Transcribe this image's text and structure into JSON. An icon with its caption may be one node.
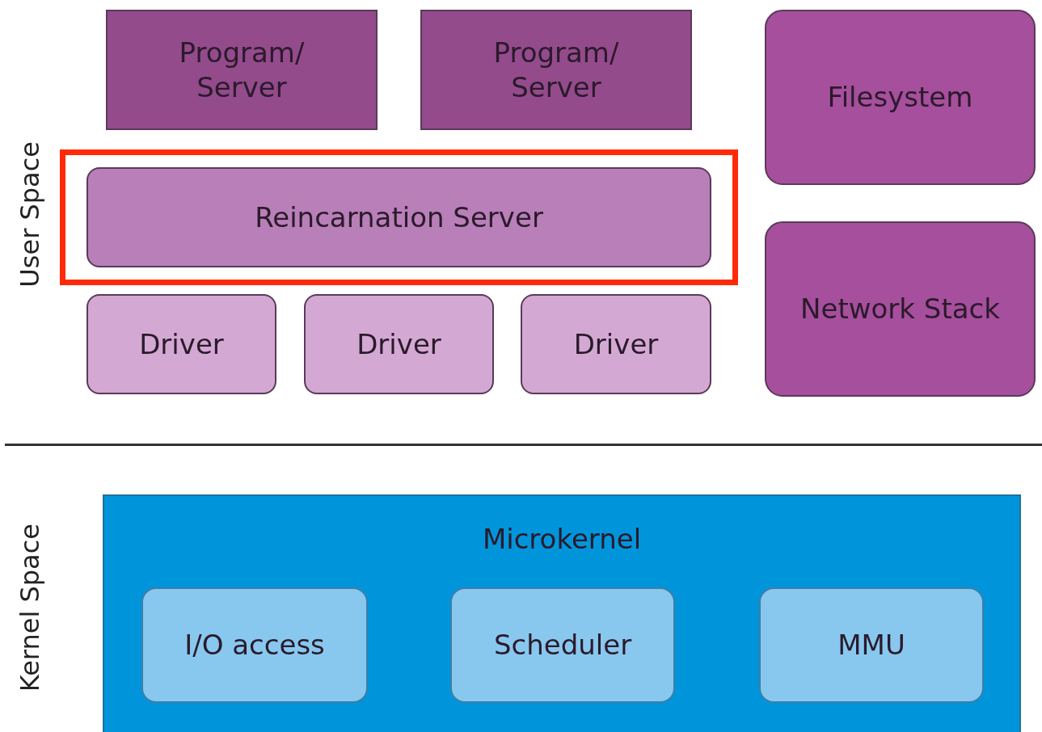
{
  "diagram": {
    "nodes": [
      {
        "text": [
          "Program/ Server"
        ]
      },
      {
        "text": [
          "Program/ Server"
        ]
      },
      {
        "text": [
          "Filesystem"
        ]
      },
      {
        "text": [
          "Reincarnation Server"
        ]
      },
      {
        "text": [
          "Network Stack"
        ]
      },
      {
        "text": [
          "Driver"
        ]
      },
      {
        "text": [
          "Driver"
        ]
      },
      {
        "text": [
          "Driver"
        ]
      },
      {
        "text": [
          "Microkernel"
        ]
      },
      {
        "text": [
          "I/O access"
        ],
        "in": 8
      },
      {
        "text": [
          "Scheduler"
        ],
        "in": 8
      },
      {
        "text": [
          "MMU"
        ],
        "in": 8
      }
    ],
    "edges": [],
    "labels": [
      "User Space",
      "Kernel Space"
    ]
  }
}
